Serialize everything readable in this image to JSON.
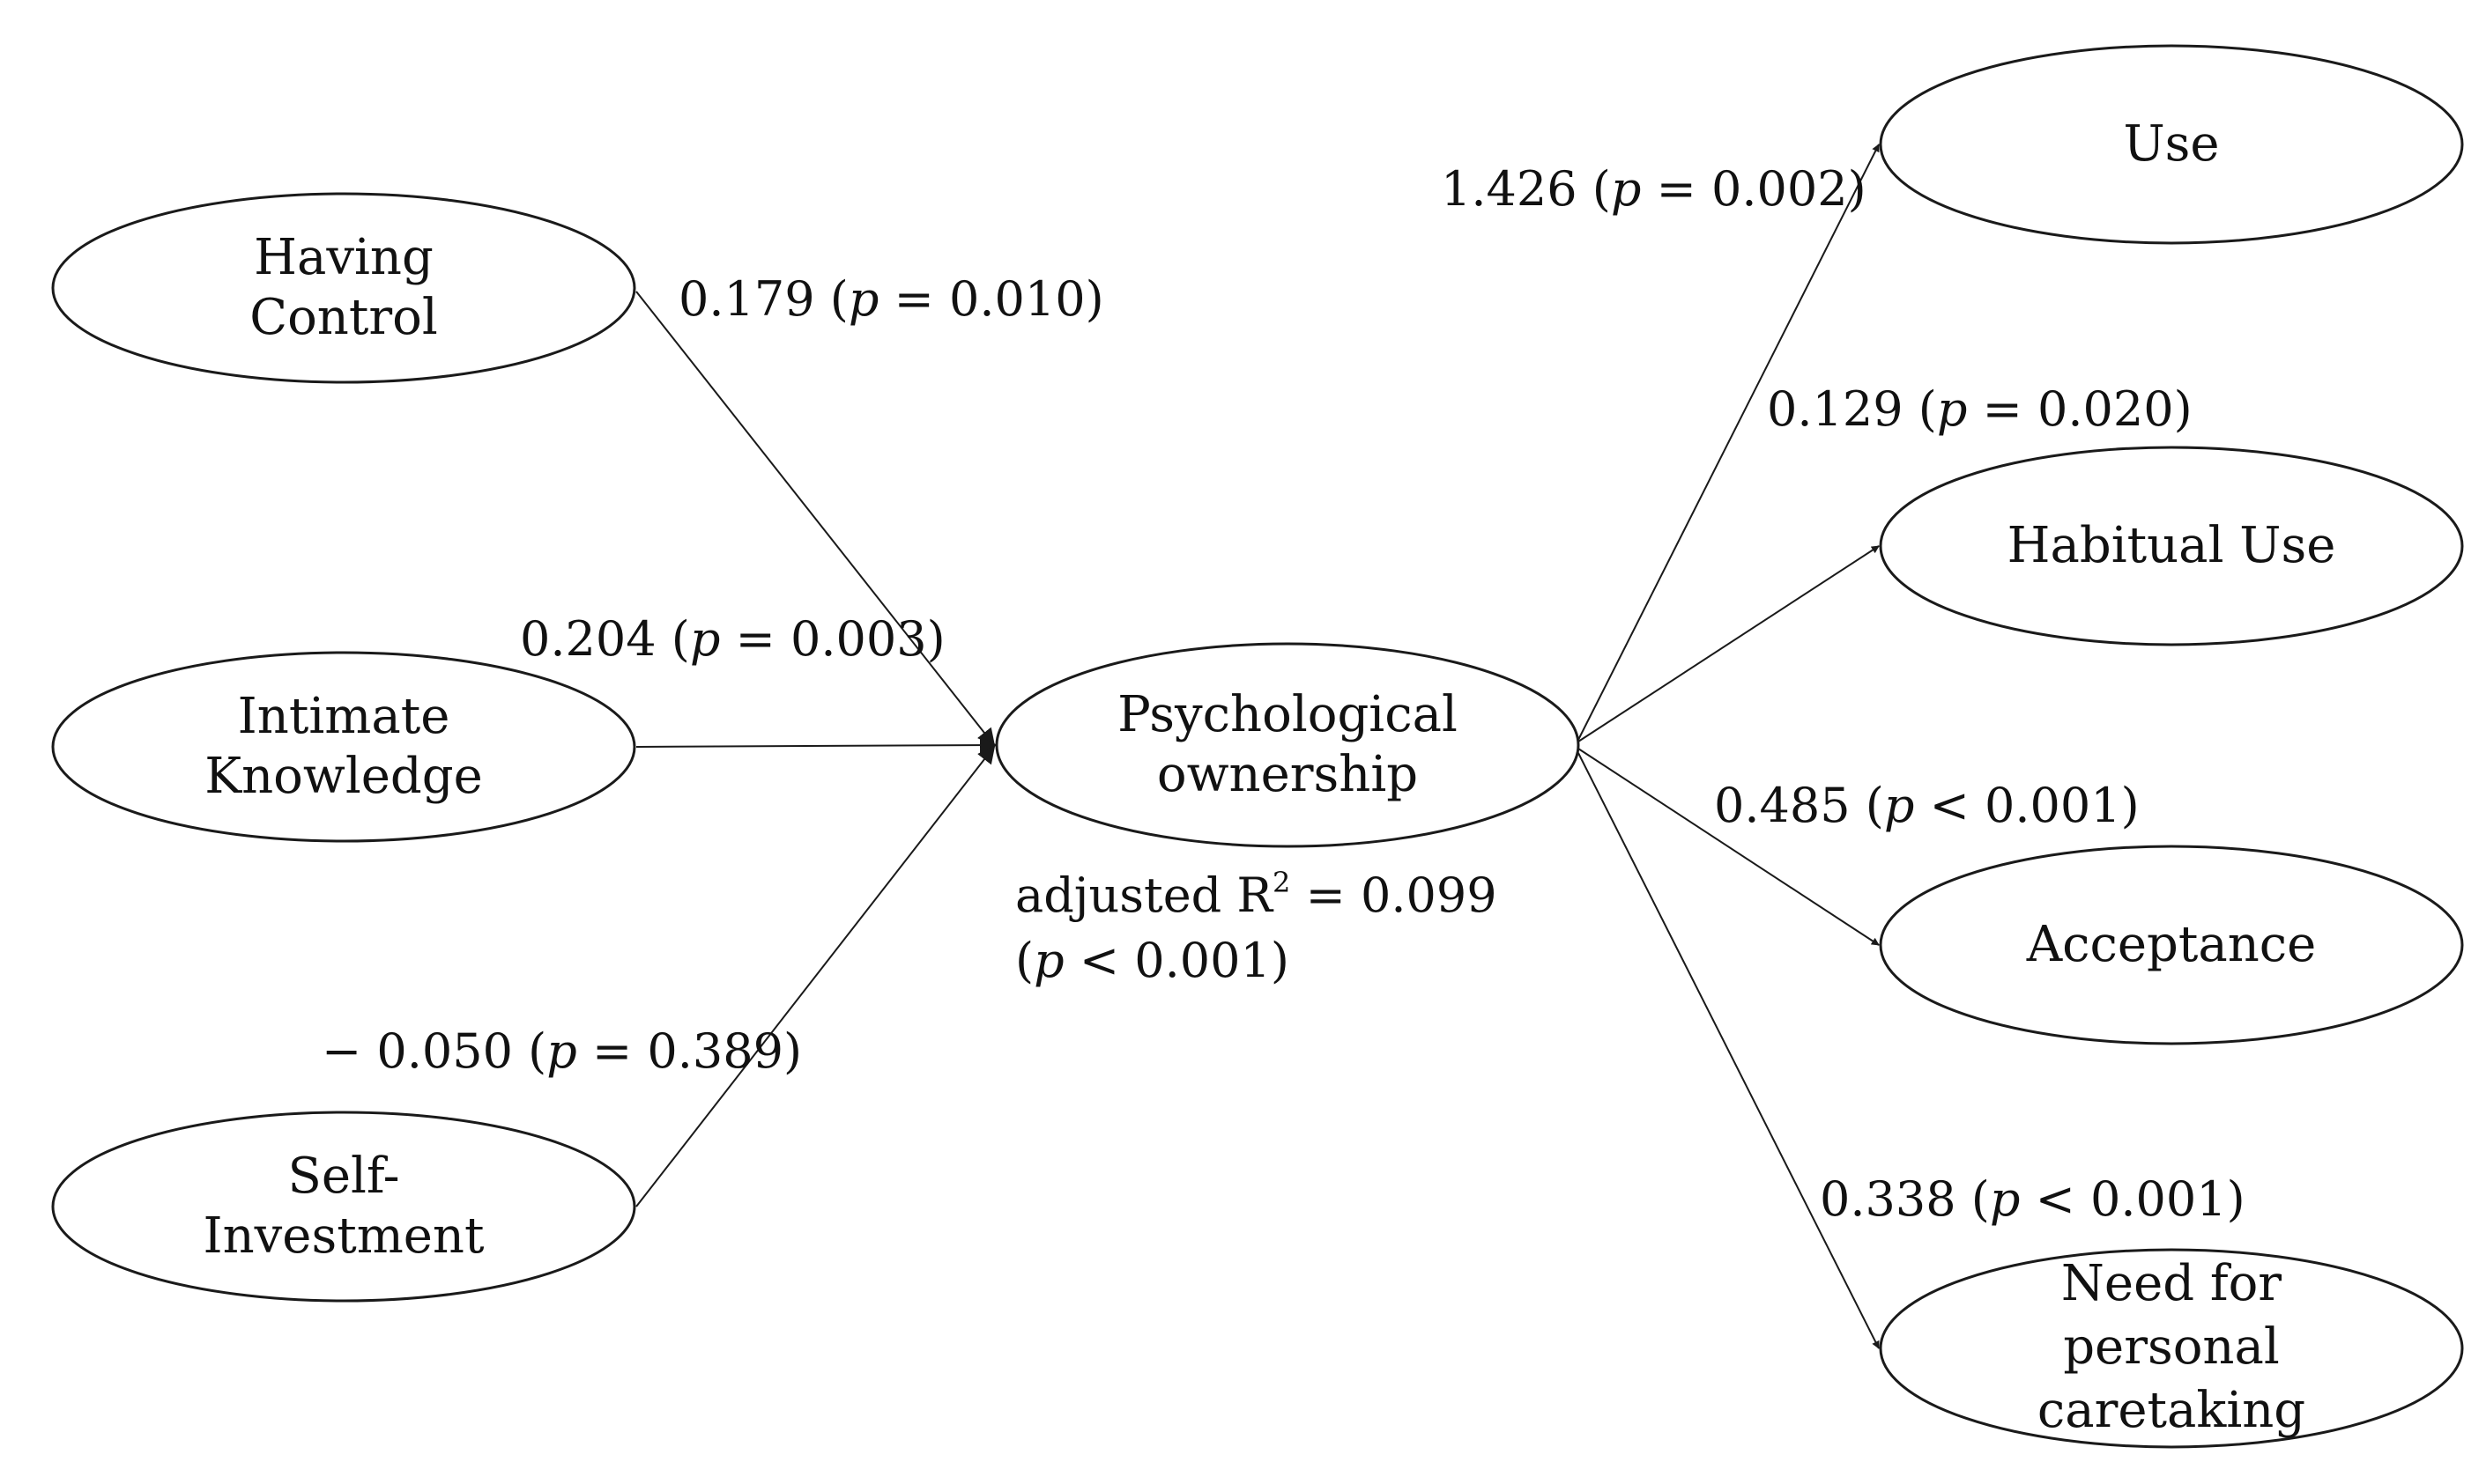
{
  "colors": {
    "stroke": "#1a1a1a",
    "text": "#111111",
    "background": "#ffffff"
  },
  "nodes": {
    "having_control": {
      "lines": [
        "Having",
        "Control"
      ]
    },
    "intimate_knowledge": {
      "lines": [
        "Intimate",
        "Knowledge"
      ]
    },
    "self_investment": {
      "lines": [
        "Self-",
        "Investment"
      ]
    },
    "psychological_ownership": {
      "lines": [
        "Psychological",
        "ownership"
      ]
    },
    "use": {
      "lines": [
        "Use"
      ]
    },
    "habitual_use": {
      "lines": [
        "Habitual Use"
      ]
    },
    "acceptance": {
      "lines": [
        "Acceptance"
      ]
    },
    "need_for_caretaking": {
      "lines": [
        "Need for",
        "personal",
        "caretaking"
      ]
    }
  },
  "paths": {
    "having_control": {
      "coef": "0.179",
      "p_open": " (",
      "p_symbol": "p",
      "p_rest": " = 0.010)"
    },
    "intimate_knowledge": {
      "coef": "0.204",
      "p_open": " (",
      "p_symbol": "p",
      "p_rest": " = 0.003)"
    },
    "self_investment": {
      "coef": "− 0.050",
      "p_open": " (",
      "p_symbol": "p",
      "p_rest": " = 0.389)"
    },
    "use": {
      "coef": "1.426",
      "p_open": " (",
      "p_symbol": "p",
      "p_rest": " = 0.002)"
    },
    "habitual_use": {
      "coef": "0.129",
      "p_open": " (",
      "p_symbol": "p",
      "p_rest": " = 0.020)"
    },
    "acceptance": {
      "coef": "0.485",
      "p_open": " (",
      "p_symbol": "p",
      "p_rest": " < 0.001)"
    },
    "need_for_caretaking": {
      "coef": "0.338",
      "p_open": " (",
      "p_symbol": "p",
      "p_rest": " < 0.001)"
    }
  },
  "r_squared": {
    "prefix": "adjusted R",
    "superscript": "2",
    "value": " = 0.099",
    "p_open": "(",
    "p_symbol": "p",
    "p_rest": " < 0.001)"
  }
}
